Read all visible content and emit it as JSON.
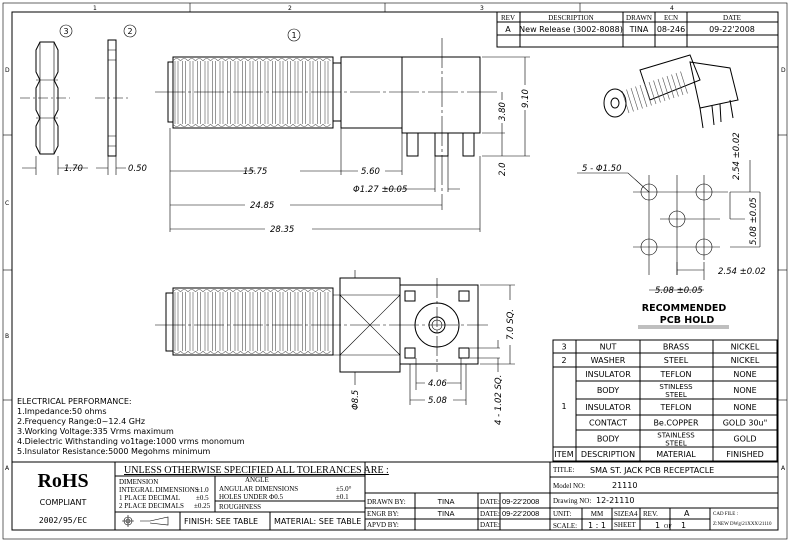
{
  "zones": {
    "cols": [
      "1",
      "2",
      "3",
      "4"
    ],
    "rows": [
      "D",
      "C",
      "B",
      "A"
    ]
  },
  "balloons": {
    "nut": "3",
    "washer": "2",
    "connector": "1"
  },
  "revision_table": {
    "headers": [
      "REV",
      "DESCRIPTION",
      "DRAWN",
      "ECN",
      "DATE"
    ],
    "rows": [
      [
        "A",
        "New Release (3002-8088)",
        "TINA",
        "08-246",
        "09-22'2008"
      ]
    ]
  },
  "dimensions": {
    "nut_width": "1.70",
    "washer_width": "0.50",
    "d1575": "15.75",
    "d560": "5.60",
    "pin_dia": "Φ1.27 ±0.05",
    "d2485": "24.85",
    "d2835": "28.35",
    "d380": "3.80",
    "d910": "9.10",
    "d20": "2.0",
    "d406": "4.06",
    "d508": "5.08",
    "body_dia": "Φ8.5",
    "sq70": "7.0 SQ.",
    "pad_sq": "4 - 1.02 SQ."
  },
  "pcb": {
    "holes": "5 - Φ1.50",
    "v_pitch_small": "2.54 ±0.02",
    "v_pitch_large": "5.08 ±0.05",
    "h_pitch_small": "2.54 ±0.02",
    "h_pitch_large": "5.08 ±0.05",
    "title_line1": "RECOMMENDED",
    "title_line2": "PCB HOLD"
  },
  "bom": {
    "headers": [
      "ITEM",
      "DESCRIPTION",
      "MATERIAL",
      "FINISHED"
    ],
    "rows": [
      {
        "item": "3",
        "desc": "NUT",
        "mat": "BRASS",
        "fin": "NICKEL"
      },
      {
        "item": "2",
        "desc": "WASHER",
        "mat": "STEEL",
        "fin": "NICKEL"
      },
      {
        "item": "1",
        "desc": "INSULATOR",
        "mat": "TEFLON",
        "fin": "NONE"
      },
      {
        "item": "",
        "desc": "BODY",
        "mat": "STINLESS STEEL",
        "fin": "NONE"
      },
      {
        "item": "",
        "desc": "INSULATOR",
        "mat": "TEFLON",
        "fin": "NONE"
      },
      {
        "item": "",
        "desc": "CONTACT",
        "mat": "Be.COPPER",
        "fin": "GOLD 30u\""
      },
      {
        "item": "",
        "desc": "BODY",
        "mat": "STAINLESS STEEL",
        "fin": "GOLD"
      }
    ]
  },
  "electrical": {
    "title": "ELECTRICAL PERFORMANCE:",
    "items": [
      "1.Impedance:50 ohms",
      "2.Frequency Range:0~12.4 GHz",
      "3.Working Voltage:335 Vrms maximum",
      "4.Dielectric Withstanding vo1tage:1000 vrms monomum",
      "5.Insulator Resistance:5000 Megohms minimum"
    ]
  },
  "rohs": {
    "logo": "RoHS",
    "compliant": "COMPLIANT",
    "directive": "2002/95/EC"
  },
  "tolerances": {
    "title": "UNLESS OTHERWISE SPECIFIED ALL TOLERANCES ARE :",
    "dimension": "DIMENSION",
    "integral": "INTEGRAL  DIMENSIONS",
    "integral_tol": "±1.0",
    "one_place": "1 PLACE  DECIMAL",
    "one_place_tol": "±0.5",
    "two_place": "2 PLACE  DECIMALS",
    "two_place_tol": "±0.25",
    "angle": "ANGLE",
    "angular": "ANGULAR DIMENSIONS",
    "angular_tol": "±5.0°",
    "holes": "HOLES UNDER  Φ0.5",
    "holes_tol": "±0.1",
    "roughness": "ROUGHNESS",
    "finish": "FINISH: SEE TABLE",
    "material": "MATERIAL: SEE TABLE"
  },
  "approvals": {
    "drawn_label": "DRAWN BY:",
    "drawn": "TINA",
    "drawn_date_label": "DATE:",
    "drawn_date": "09-22'2008",
    "engr_label": "ENGR BY:",
    "engr": "TINA",
    "engr_date_label": "DATE:",
    "engr_date": "09-22'2008",
    "apvd_label": "APVD BY:",
    "apvd_date_label": "DATE:"
  },
  "title_block": {
    "title_label": "TITLE:",
    "title": "SMA ST. JACK PCB RECEPTACLE",
    "model_label": "Model NO:",
    "model": "21110",
    "drawing_label": "Drawing NO:",
    "drawing": "12-21110",
    "unit_label": "UNIT:",
    "unit": "MM",
    "size_label": "SIZE:",
    "size": "A4",
    "rev_label": "REV.",
    "rev": "A",
    "scale_label": "SCALE:",
    "scale": "1 : 1",
    "sheet_label": "SHEET",
    "sheet": "1",
    "of": "OF",
    "sheets": "1",
    "cad_label": "CAD FILE :",
    "cad_file": "Z:NEW DWg\\21XXX\\21110"
  }
}
